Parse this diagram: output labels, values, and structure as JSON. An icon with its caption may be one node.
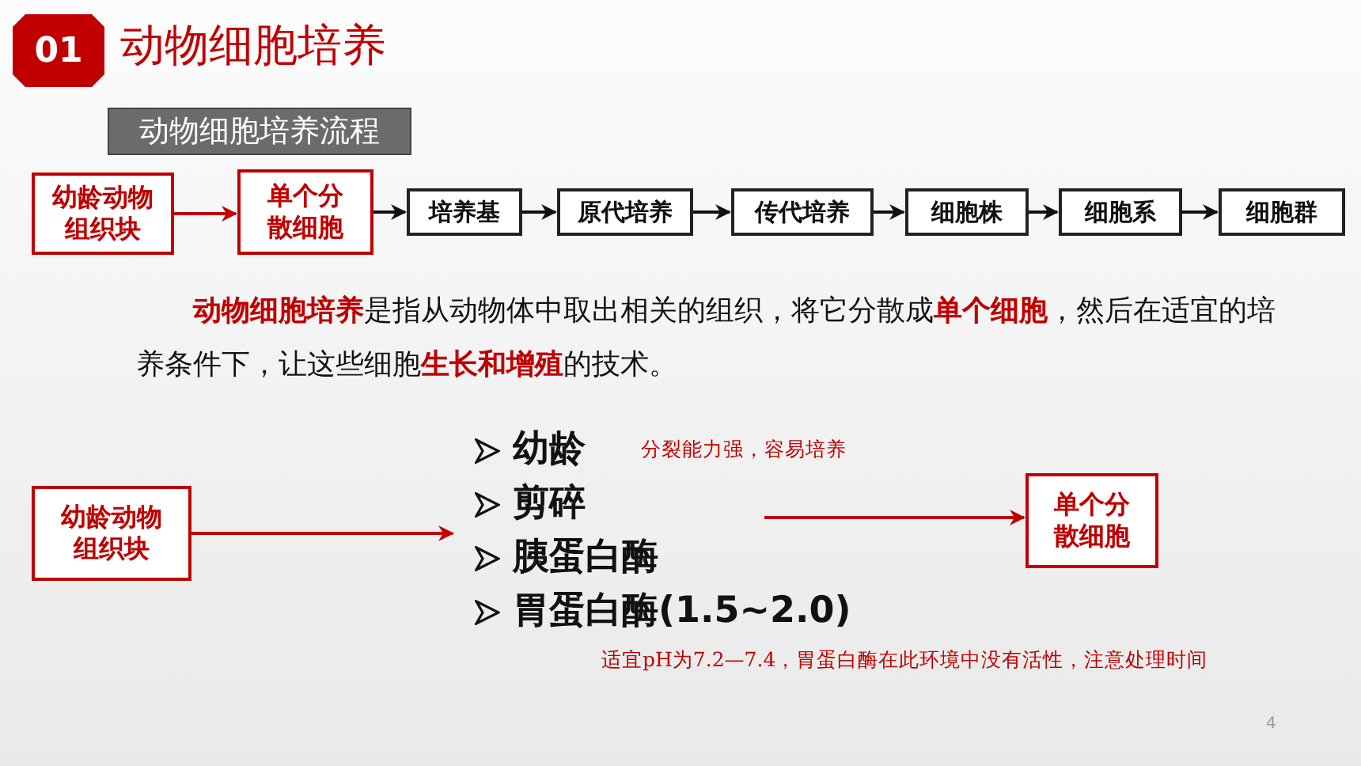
{
  "diagram": {
    "title": "动物细胞培养",
    "nodes": [
      {
        "text": [
          "幼龄动物组织块"
        ]
      },
      {
        "text": [
          "单个分散细胞"
        ]
      },
      {
        "text": [
          "培养基"
        ]
      },
      {
        "text": [
          "原代培养"
        ]
      },
      {
        "text": [
          "传代培养"
        ]
      },
      {
        "text": [
          "细胞株"
        ]
      },
      {
        "text": [
          "细胞系"
        ]
      },
      {
        "text": [
          "细胞群"
        ]
      },
      {
        "text": [
          "幼龄动物组织块"
        ]
      },
      {
        "text": [
          "单个分散细胞"
        ]
      },
      {
        "text": [
          "幼龄",
          "分裂能力强，容易培养",
          "剪碎",
          "胰蛋白酶",
          "胃蛋白酶(1.5~2.0)"
        ],
        "beside": [
          "适宜pH为7.2—7.4，胃蛋白酶在此环境中没有活性，注意处理时间"
        ]
      }
    ],
    "edges": [
      {
        "from": 0,
        "to": 1,
        "arrow": "to",
        "color": "#c00000"
      },
      {
        "from": 1,
        "to": 2,
        "arrow": "to"
      },
      {
        "from": 2,
        "to": 3,
        "arrow": "to"
      },
      {
        "from": 3,
        "to": 4,
        "arrow": "to"
      },
      {
        "from": 4,
        "to": 5,
        "arrow": "to"
      },
      {
        "from": 5,
        "to": 6,
        "arrow": "to"
      },
      {
        "from": 6,
        "to": 7,
        "arrow": "to"
      },
      {
        "from": 8,
        "to": 10,
        "arrow": "to",
        "color": "#c00000"
      },
      {
        "from": 10,
        "to": 9,
        "arrow": "to",
        "color": "#c00000"
      }
    ],
    "labels": [
      "01",
      "动物细胞培养流程",
      "**动物细胞培养**是指从动物体中取出相关的组织，将它分散成**单个细胞**，然后在适宜的培养条件下，让这些细胞**生长和增殖**的技术。",
      "4"
    ]
  }
}
